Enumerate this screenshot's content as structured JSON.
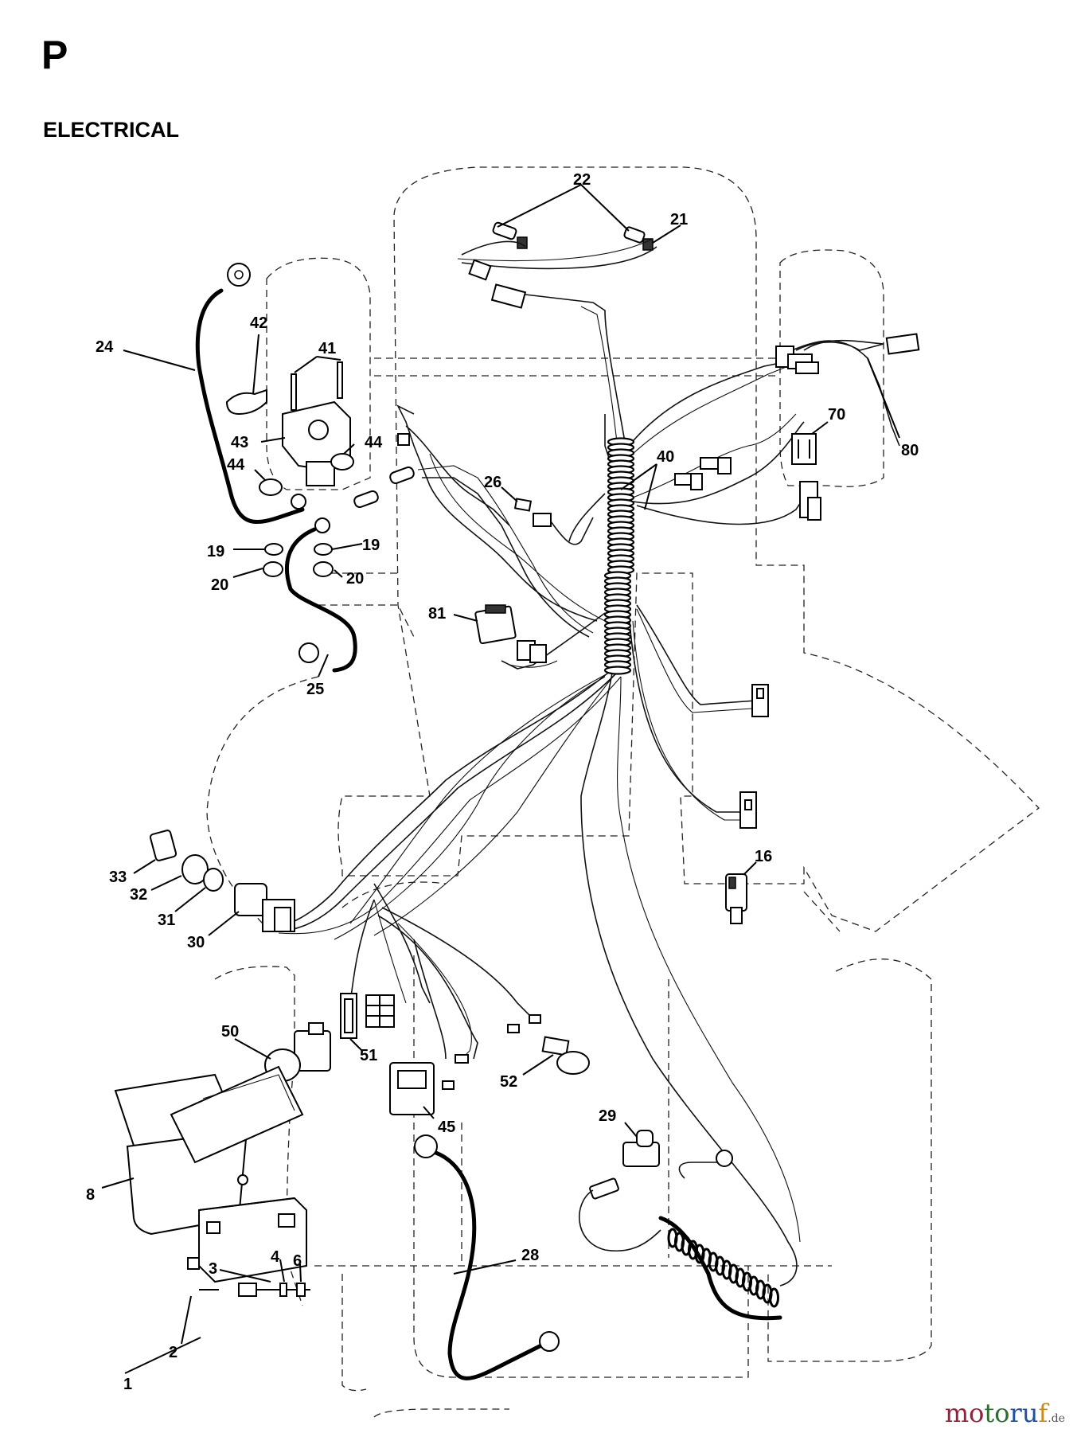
{
  "section": {
    "letter": "P",
    "title": "ELECTRICAL"
  },
  "callouts": {
    "c1": "1",
    "c2": "2",
    "c3": "3",
    "c4": "4",
    "c6": "6",
    "c8": "8",
    "c16": "16",
    "c19a": "19",
    "c19b": "19",
    "c20a": "20",
    "c20b": "20",
    "c21": "21",
    "c22": "22",
    "c24": "24",
    "c25": "25",
    "c26": "26",
    "c28": "28",
    "c29": "29",
    "c30": "30",
    "c31": "31",
    "c32": "32",
    "c33": "33",
    "c40": "40",
    "c41": "41",
    "c42": "42",
    "c43": "43",
    "c44a": "44",
    "c44b": "44",
    "c45": "45",
    "c50": "50",
    "c51": "51",
    "c52": "52",
    "c70": "70",
    "c80": "80",
    "c81": "81"
  },
  "watermark": {
    "part1": "mo",
    "part2": "to",
    "part3": "ru",
    "part4": "f",
    "tld": ".de"
  }
}
